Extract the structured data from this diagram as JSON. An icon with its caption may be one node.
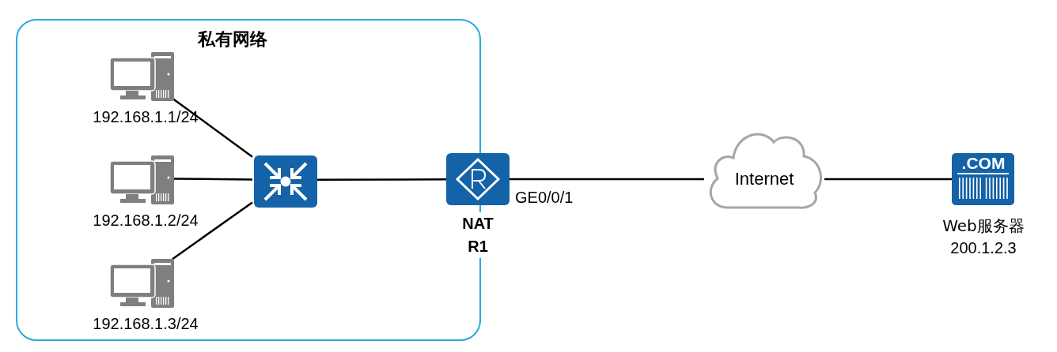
{
  "diagram": {
    "nodes": [
      {
        "text": [
          "私有网络"
        ]
      },
      {
        "text": [
          "192.168.1.1/24"
        ],
        "in": 0
      },
      {
        "text": [
          "192.168.1.2/24"
        ],
        "in": 0
      },
      {
        "text": [
          "192.168.1.3/24"
        ],
        "in": 0
      },
      {
        "text": [],
        "shape": "box",
        "in": 0
      },
      {
        "text": [
          "NAT R1"
        ]
      },
      {
        "text": [
          "Internet"
        ]
      },
      {
        "text": [
          ".COM",
          "Web服务器",
          "200.1.2.3"
        ]
      }
    ],
    "edges": [
      {
        "from": 1,
        "to": 4,
        "arrow": "none"
      },
      {
        "from": 2,
        "to": 4,
        "arrow": "none"
      },
      {
        "from": 3,
        "to": 4,
        "arrow": "none"
      },
      {
        "from": 4,
        "to": 5,
        "arrow": "none"
      },
      {
        "from": 5,
        "to": 6,
        "arrow": "none",
        "label": "GE0/0/1"
      },
      {
        "from": 6,
        "to": 7,
        "arrow": "none"
      }
    ]
  }
}
